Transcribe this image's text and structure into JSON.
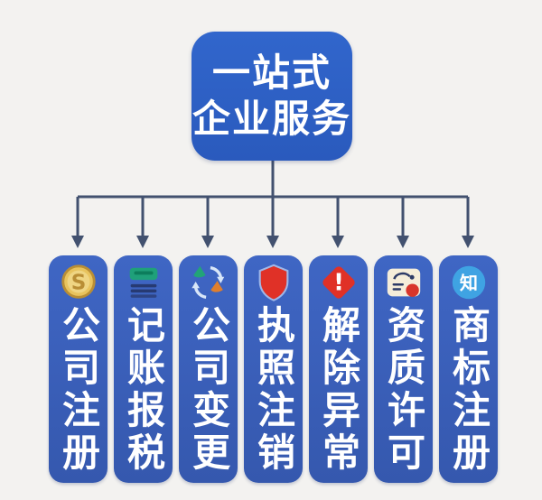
{
  "background_color": "#f3f2f0",
  "header": {
    "line1": "一站式",
    "line2": "企业服务",
    "bg_color": "#2d5fc4",
    "text_color": "#ffffff"
  },
  "connector_color": "#42516f",
  "services": [
    {
      "label": "公司注册",
      "icon": "coin-dollar-icon"
    },
    {
      "label": "记账报税",
      "icon": "ledger-books-icon"
    },
    {
      "label": "公司变更",
      "icon": "swap-cycle-icon"
    },
    {
      "label": "执照注销",
      "icon": "shield-icon"
    },
    {
      "label": "解除异常",
      "icon": "alert-diamond-icon"
    },
    {
      "label": "资质许可",
      "icon": "certificate-seal-icon"
    },
    {
      "label": "商标注册",
      "icon": "trademark-zhi-icon"
    }
  ],
  "icon_glyphs": {
    "coin_symbol": "S",
    "alert_symbol": "!",
    "trademark_symbol": "知"
  },
  "colors": {
    "pill_blue": "#3a5fbd",
    "coin_gold": "#e8c35d",
    "coin_gold_dark": "#b98e35",
    "ledger_green": "#1fa07a",
    "swap_green": "#22a478",
    "swap_orange": "#e07f2e",
    "shield_red": "#e03127",
    "alert_red": "#e03127",
    "seal_red": "#d8352b",
    "certificate_cream": "#f5edd9",
    "trademark_blue": "#3fa3e3"
  }
}
